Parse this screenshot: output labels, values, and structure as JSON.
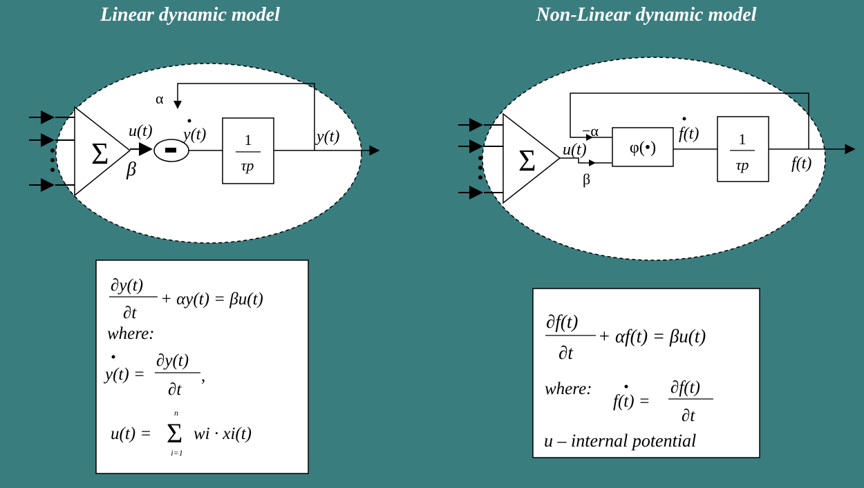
{
  "left": {
    "title": "Linear dynamic model",
    "sum": "Σ",
    "u_label": "u(t)",
    "beta": "β",
    "alpha": "α",
    "ydot": "y(t)",
    "minus": "−",
    "tf_num": "1",
    "tf_den": "τp",
    "y_out": "y(t)",
    "eq1_lhs_num": "∂y(t)",
    "eq1_lhs_den": "∂t",
    "eq1_rhs": "+ αy(t) = βu(t)",
    "where": "where:",
    "eq2_lhs": "y(t) =",
    "eq2_num": "∂y(t)",
    "eq2_den": "∂t",
    "eq2_comma": ",",
    "eq3_lhs": "u(t) =",
    "eq3_sum": "Σ",
    "eq3_top": "n",
    "eq3_bottom": "i=1",
    "eq3_rhs": "wi · xi(t)"
  },
  "right": {
    "title": "Non-Linear dynamic model",
    "sum": "Σ",
    "u_label": "u(t)",
    "beta": "β",
    "alpha": "−α",
    "phi": "φ(•)",
    "fdot": "f(t)",
    "tf_num": "1",
    "tf_den": "τp",
    "f_out": "f(t)",
    "eq1_num": "∂f(t)",
    "eq1_den": "∂t",
    "eq1_rhs": "+ αf(t) = βu(t)",
    "where": "where:",
    "eq2_lhs": "f(t) =",
    "eq2_num": "∂f(t)",
    "eq2_den": "∂t",
    "note": "u – internal potential"
  }
}
